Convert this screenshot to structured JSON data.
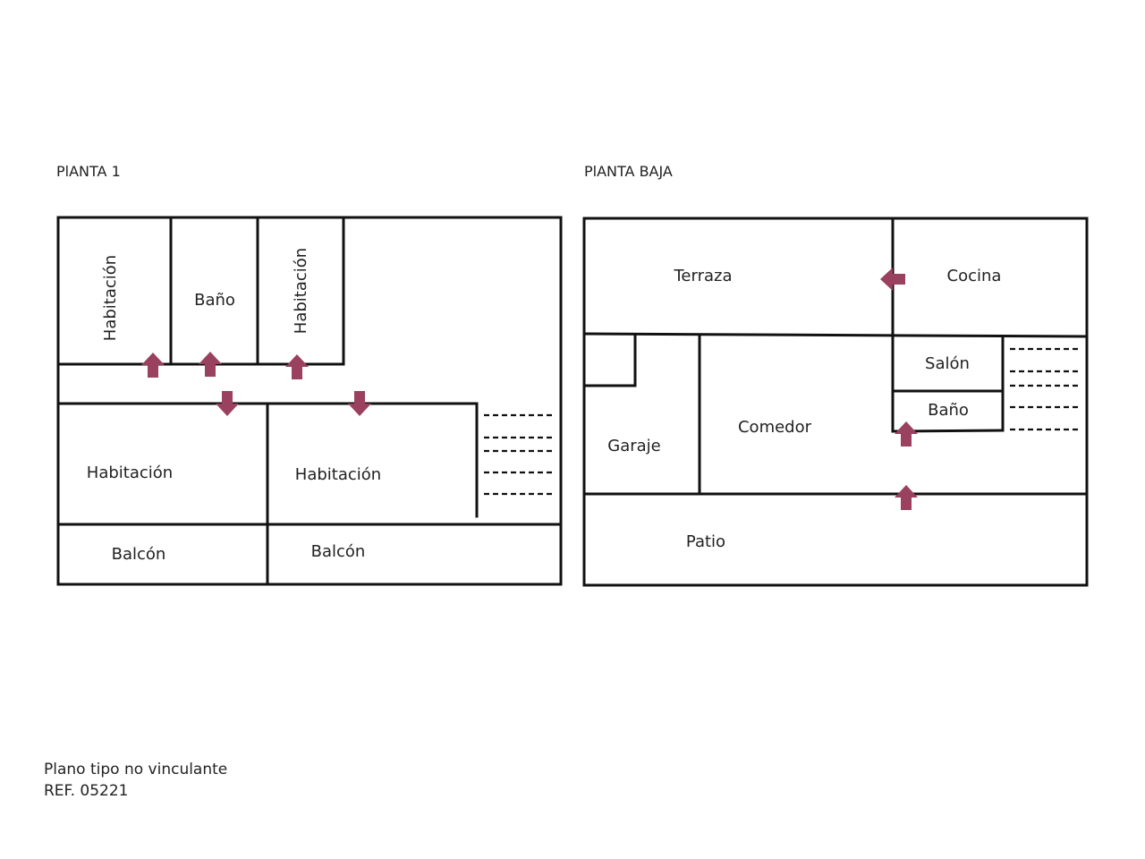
{
  "plans": {
    "upper": {
      "heading": "PlANTA 1",
      "rooms": {
        "habitacion_a": "Habitación",
        "bano": "Baño",
        "habitacion_b": "Habitación",
        "habitacion_c": "Habitación",
        "habitacion_d": "Habitación",
        "balcon_a": "Balcón",
        "balcon_b": "Balcón"
      }
    },
    "ground": {
      "heading": "PlANTA BAJA",
      "rooms": {
        "terraza": "Terraza",
        "cocina": "Cocina",
        "salon": "Salón",
        "bano": "Baño",
        "garaje": "Garaje",
        "comedor": "Comedor",
        "patio": "Patio"
      }
    }
  },
  "footer": {
    "note": "Plano tipo no vinculante",
    "ref": "REF. 05221"
  },
  "colors": {
    "door_arrow": "#99415f",
    "walls": "#111111"
  }
}
